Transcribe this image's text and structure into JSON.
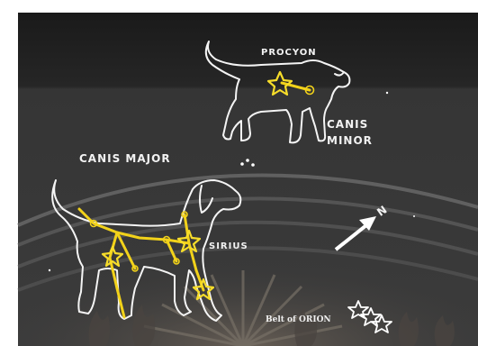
{
  "labels": {
    "procyon": "PROCYON",
    "canis_minor_line1": "CANIS",
    "canis_minor_line2": "MINOR",
    "canis_major": "CANIS MAJOR",
    "sirius": "SIRIUS",
    "belt_of_orion": "Belt of ORION",
    "compass_north": "N"
  },
  "colors": {
    "sky_top": "#1b1b1b",
    "sky_bottom": "#3a3a3a",
    "constellation_lines": "#f2d21a",
    "outline": "#f4f4f4",
    "horizon_glow": "#7a6a5a"
  },
  "icons": {
    "compass": "north-arrow-icon",
    "sun": "sun-rays-icon"
  }
}
